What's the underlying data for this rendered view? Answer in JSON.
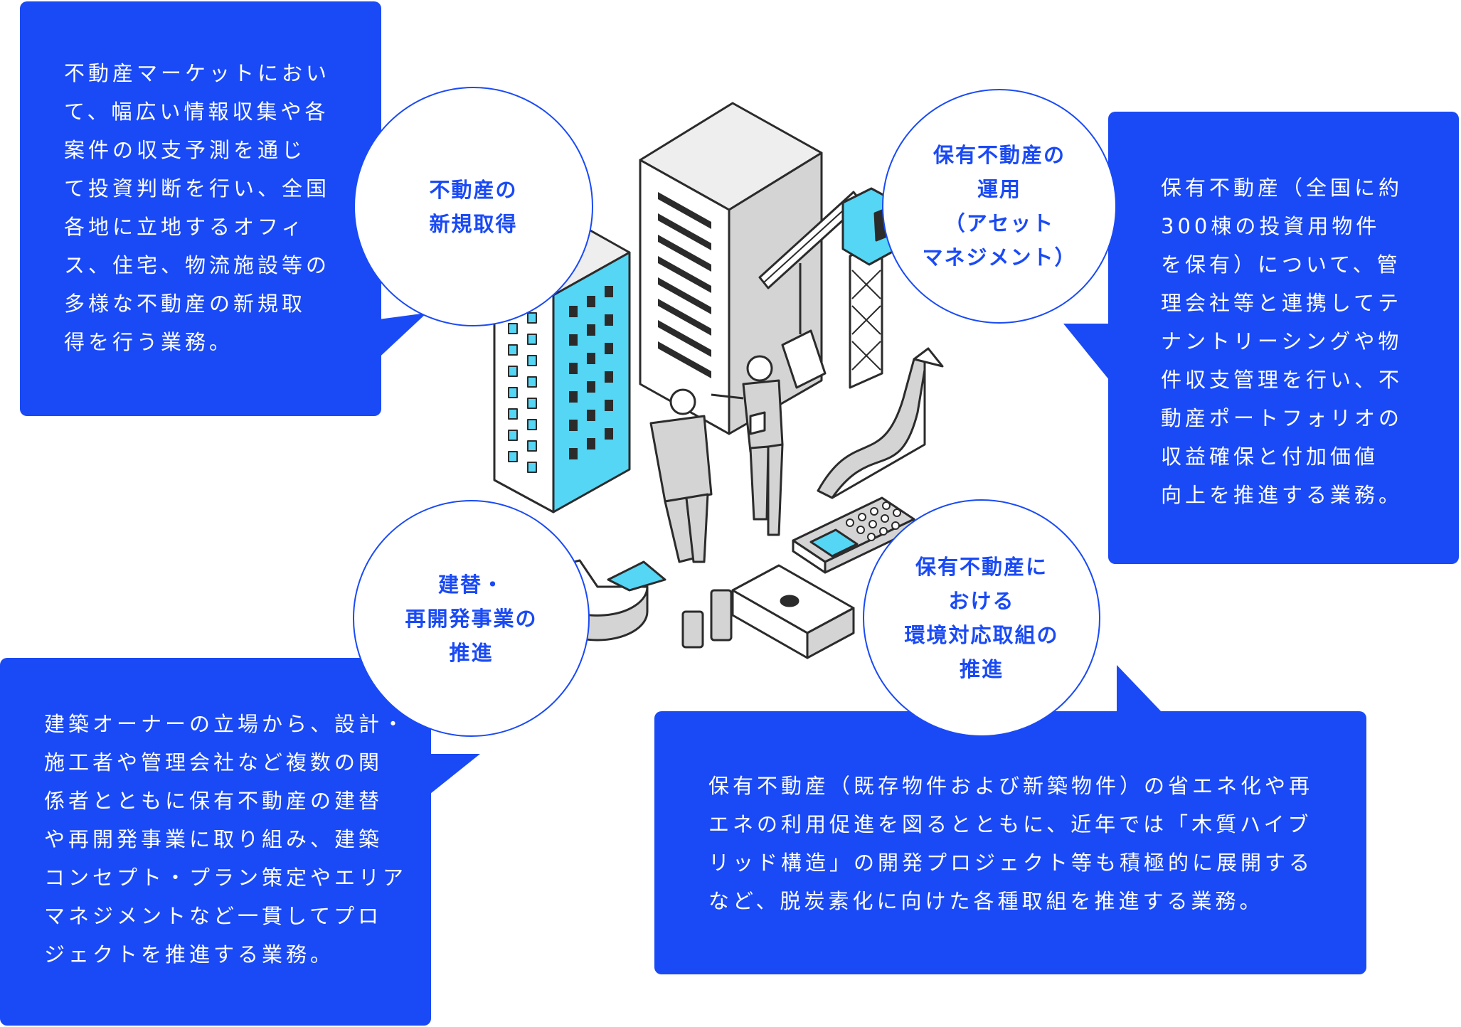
{
  "colors": {
    "accent": "#1a4af5",
    "cyan": "#54d6f4",
    "gray": "#d4d4d4",
    "dark": "#2b2b2b"
  },
  "boxes": {
    "top_left": "不動産マーケットにおい\nて、幅広い情報収集や各\n案件の収支予測を通じ\nて投資判断を行い、全国\n各地に立地するオフィ\nス、住宅、物流施設等の\n多様な不動産の新規取\n得を行う業務。",
    "top_right": "保有不動産（全国に約\n300棟の投資用物件\nを保有）について、管\n理会社等と連携してテ\nナントリーシングや物\n件収支管理を行い、不\n動産ポートフォリオの\n収益確保と付加価値\n向上を推進する業務。",
    "bottom_left": "建築オーナーの立場から、設計・\n施工者や管理会社など複数の関\n係者とともに保有不動産の建替\nや再開発事業に取り組み、建築\nコンセプト・プラン策定やエリア\nマネジメントなど一貫してプロ\nジェクトを推進する業務。",
    "bottom_right": "保有不動産（既存物件および新築物件）の省エネ化や再\nエネの利用促進を図るとともに、近年では「木質ハイブ\nリッド構造」の開発プロジェクト等も積極的に展開する\nなど、脱炭素化に向けた各種取組を推進する業務。"
  },
  "circles": {
    "acquisition": "不動産の\n新規取得",
    "management": "保有不動産の\n運用\n（アセット\nマネジメント）",
    "redevelopment": "建替・\n再開発事業の\n推進",
    "environment": "保有不動産に\nおける\n環境対応取組の\n推進"
  }
}
